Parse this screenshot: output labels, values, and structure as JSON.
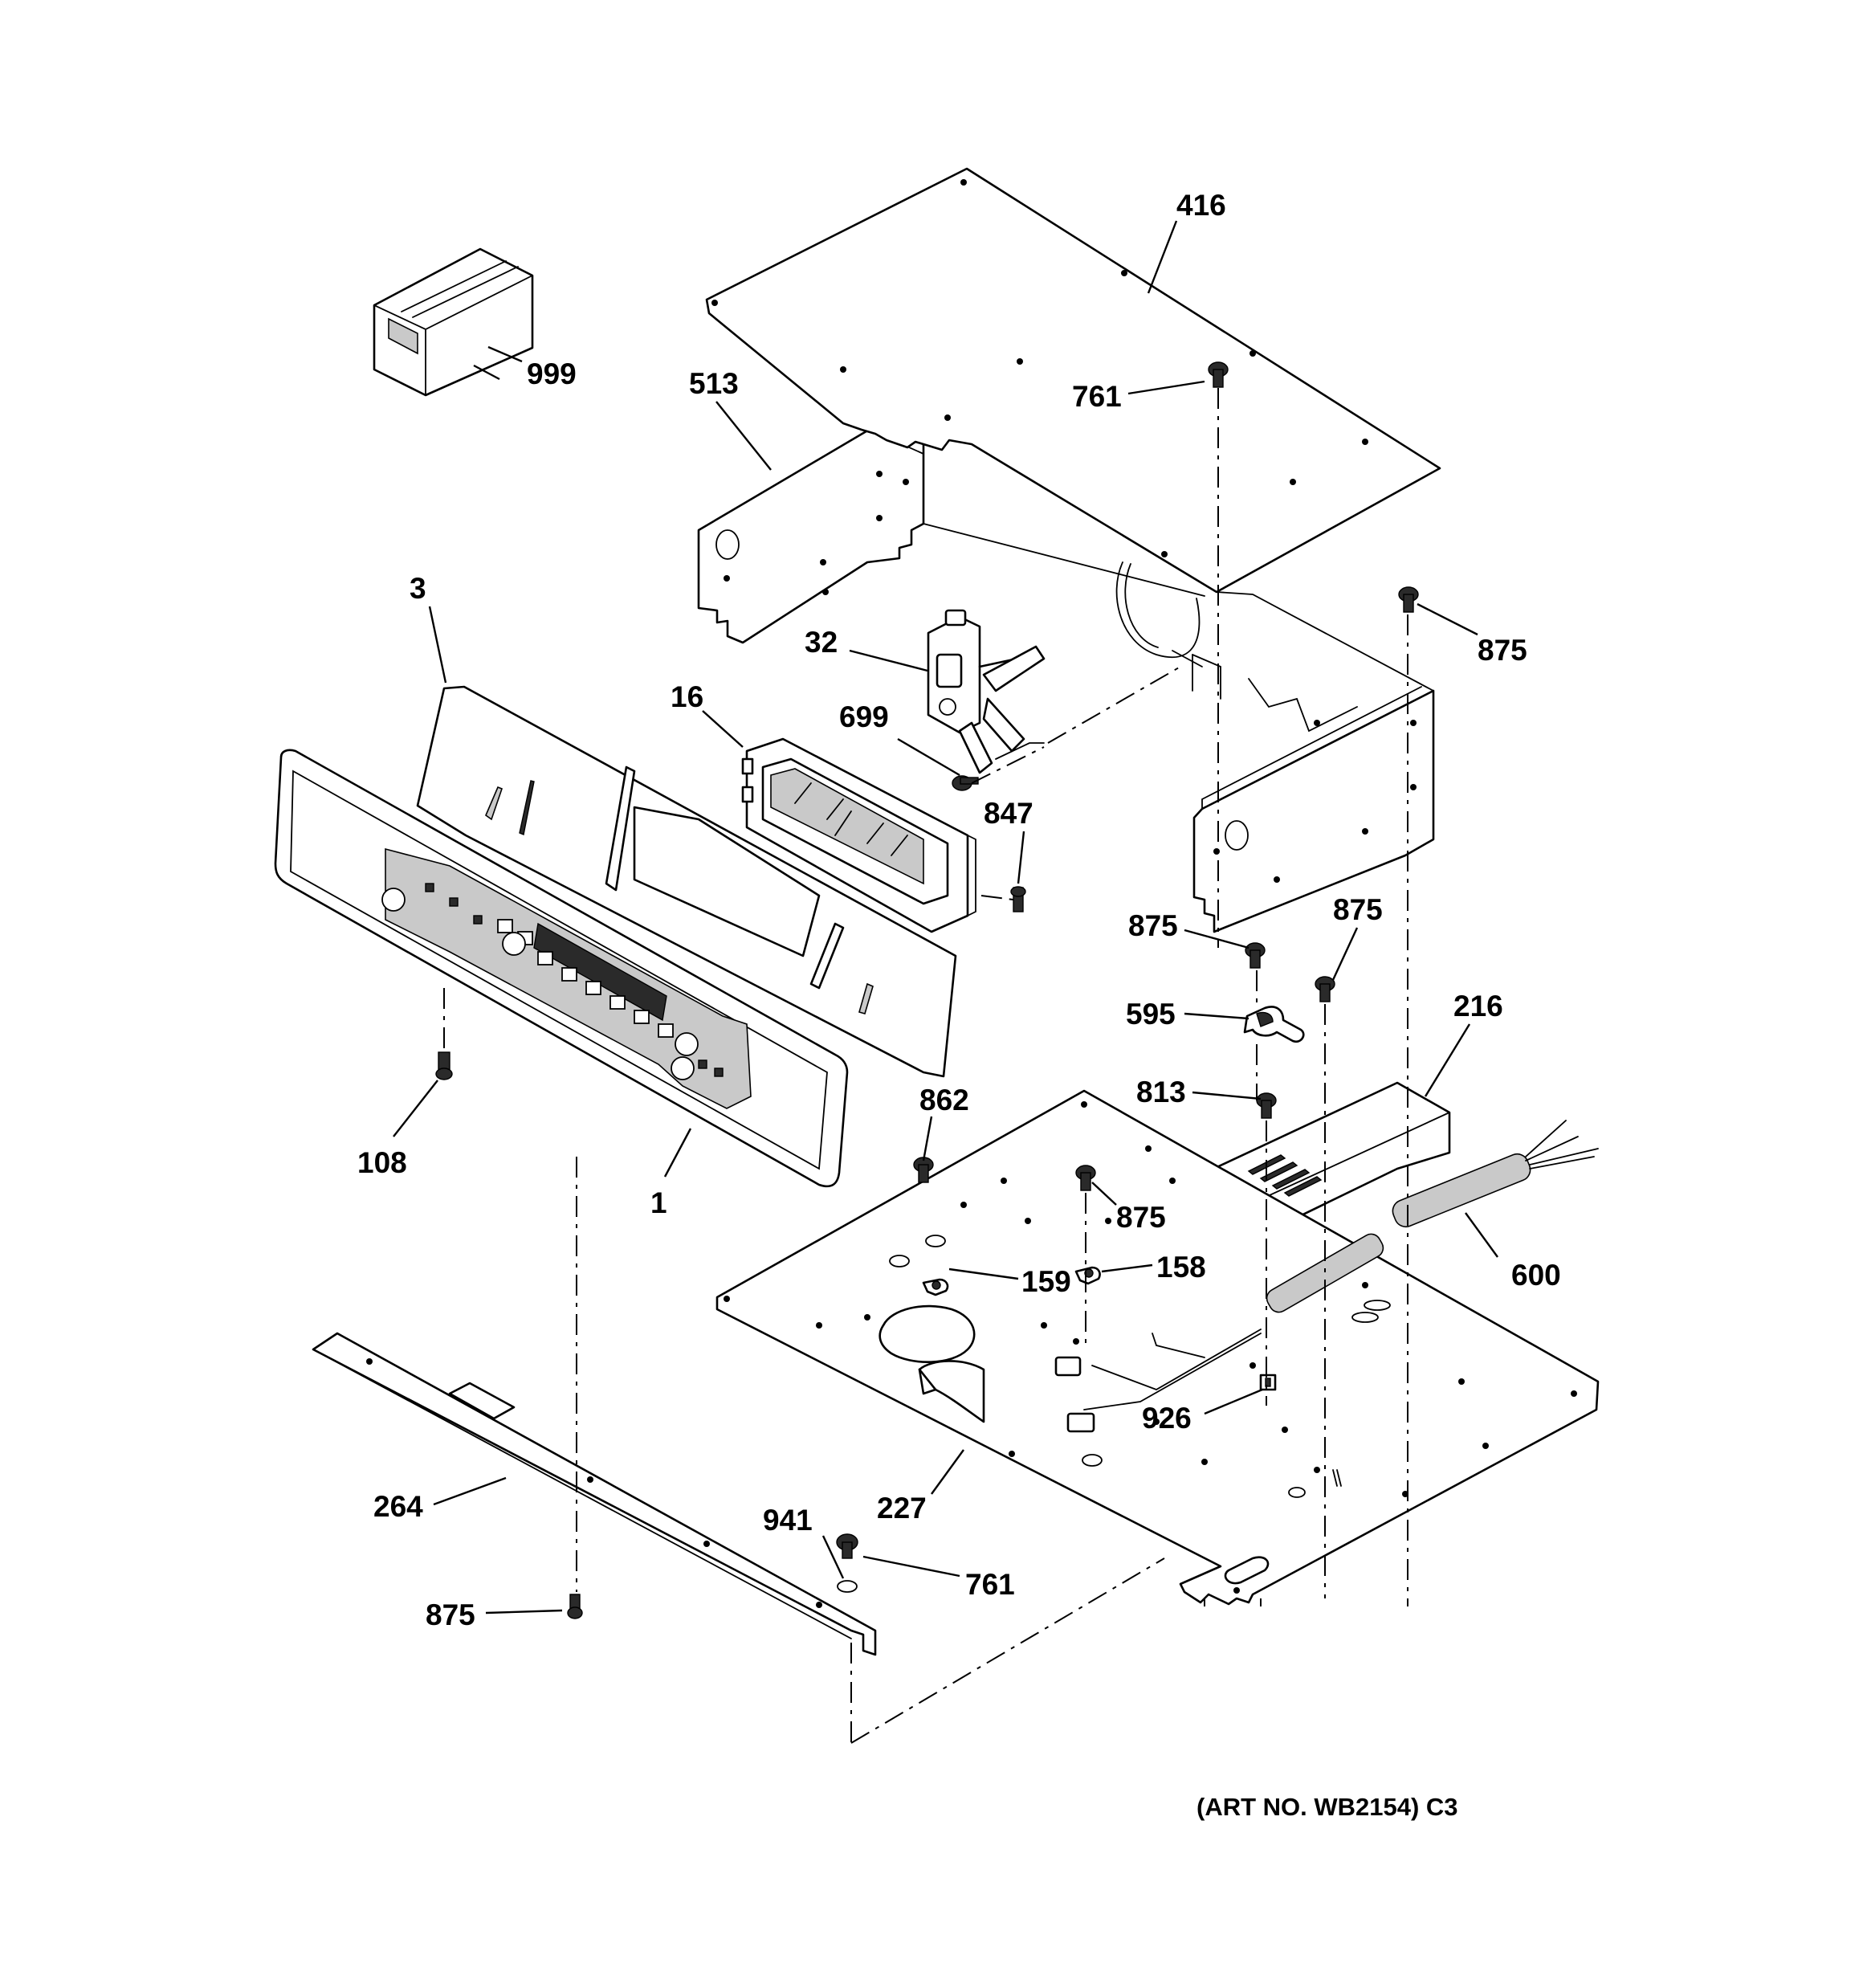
{
  "callouts": {
    "p416": "416",
    "p999": "999",
    "p513": "513",
    "p761a": "761",
    "p875a": "875",
    "p3": "3",
    "p32": "32",
    "p16": "16",
    "p699": "699",
    "p847": "847",
    "p875b": "875",
    "p875c": "875",
    "p595": "595",
    "p216": "216",
    "p108": "108",
    "p1": "1",
    "p862": "862",
    "p813": "813",
    "p875d": "875",
    "p600": "600",
    "p159": "159",
    "p158": "158",
    "p926": "926",
    "p264": "264",
    "p227": "227",
    "p941": "941",
    "p761b": "761",
    "p875e": "875"
  },
  "art_number": "(ART NO. WB2154) C3"
}
